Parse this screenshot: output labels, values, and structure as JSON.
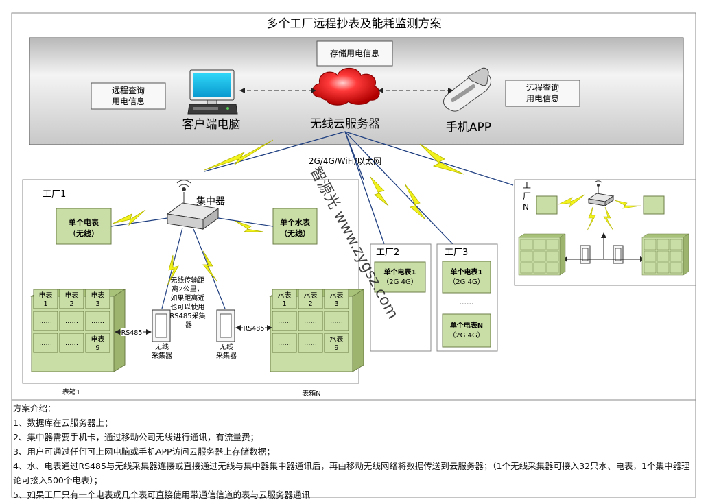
{
  "title": "多个工厂远程抄表及能耗监测方案",
  "cloud_panel": {
    "storage_box": "存储用电信息",
    "query_left": [
      "远程查询",
      "用电信息"
    ],
    "query_right": [
      "远程查询",
      "用电信息"
    ],
    "pc_label": "客户端电脑",
    "server_label": "无线云服务器",
    "app_label": "手机APP"
  },
  "network_label": "2G/4G/WiFi/以太网",
  "watermark": "智源光  www.zygsz.com",
  "factory1": {
    "label": "工厂1",
    "concentrator": "集中器",
    "single_elec": [
      "单个电表",
      "（无线）"
    ],
    "single_water": [
      "单个水表",
      "（无线）"
    ],
    "note": [
      "无线传输距",
      "离2公里，",
      "如果距离近",
      "也可以使用",
      "RS485采集",
      "器"
    ],
    "rs485": "RS485",
    "collector": [
      "无线",
      "采集器"
    ],
    "elec_box": {
      "cells": [
        [
          "电表",
          "1"
        ],
        [
          "电表",
          "2"
        ],
        [
          "电表",
          "3"
        ],
        [
          "......",
          ""
        ],
        [
          "......",
          ""
        ],
        [
          "......",
          ""
        ],
        [
          "......",
          ""
        ],
        [
          "......",
          ""
        ],
        [
          "电表",
          "9"
        ]
      ],
      "caption": "表箱1"
    },
    "water_box": {
      "cells": [
        [
          "水表",
          "1"
        ],
        [
          "水表",
          "2"
        ],
        [
          "水表",
          "3"
        ],
        [
          "......",
          ""
        ],
        [
          "......",
          ""
        ],
        [
          "......",
          ""
        ],
        [
          "......",
          ""
        ],
        [
          "......",
          ""
        ],
        [
          "水表",
          "9"
        ]
      ],
      "caption": "表箱N"
    }
  },
  "factory2": {
    "label": "工厂2",
    "meter": [
      "单个电表1",
      "（2G 4G）"
    ]
  },
  "factory3": {
    "label": "工厂3",
    "meter1": [
      "单个电表1",
      "（2G 4G）"
    ],
    "dots": "......",
    "meterN": [
      "单个电表N",
      "（2G 4G）"
    ]
  },
  "factoryN": {
    "label": [
      "工",
      "厂",
      "N"
    ]
  },
  "notes": {
    "heading": "方案介绍：",
    "items": [
      "1、数据库在云服务器上；",
      "2、集中器需要手机卡，通过移动公司无线进行通讯，有流量费；",
      "3、用户可通过任何可上网电脑或手机APP访问云服务器上存储数据；",
      "4、水、电表通过RS485与无线采集器连接或直接通过无线与集中器集中器通讯后，再由移动无线网络将数据传送到云服务器；（1个无线采集器可接入32只水、电表，1个集中器理论可接入500个电表）；",
      "5、如果工厂只有一个电表或几个表可直接使用带通信信道的表与云服务器通讯"
    ]
  },
  "colors": {
    "panel_gray": "#d9d9d9",
    "box_green": "#c9dea6",
    "cloud_red": "#e01818",
    "lightning_yellow": "#f2f21c",
    "line_blue": "#1f3f80"
  }
}
